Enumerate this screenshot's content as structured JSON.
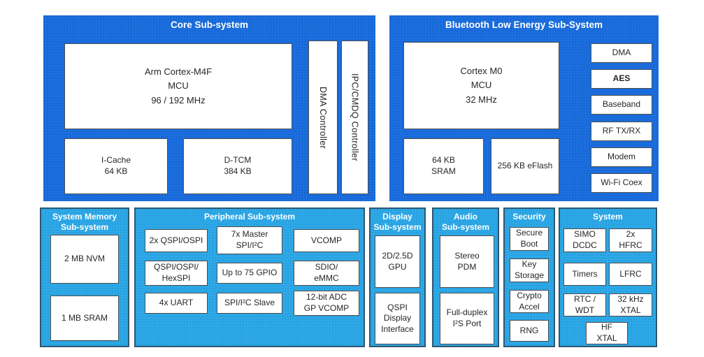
{
  "colors": {
    "panel_dark": "#1b6fe0",
    "panel_light": "#2da9e8",
    "panel_light_border": "#2e5670",
    "box_border": "#4d4d4d",
    "box_text": "#262626",
    "title_text": "#ffffff"
  },
  "core": {
    "title": "Core Sub-system",
    "mcu": "Arm Cortex-M4F\nMCU\n96 / 192 MHz",
    "icache": "I-Cache\n64 KB",
    "dtcm": "D-TCM\n384 KB",
    "dma_controller": "DMA Controller",
    "ipc_controller": "IPC/CMDQ Controller"
  },
  "ble": {
    "title": "Bluetooth Low Energy Sub-System",
    "mcu": "Cortex M0\nMCU\n32 MHz",
    "sram": "64 KB\nSRAM",
    "eflash": "256 KB eFlash",
    "column": [
      {
        "label": "DMA",
        "bold": false
      },
      {
        "label": "AES",
        "bold": true
      },
      {
        "label": "Baseband",
        "bold": false
      },
      {
        "label": "RF TX/RX",
        "bold": false
      },
      {
        "label": "Modem",
        "bold": false
      },
      {
        "label": "Wi-Fi Coex",
        "bold": false
      }
    ]
  },
  "memory": {
    "title": "System Memory\nSub-system",
    "nvm": "2 MB NVM",
    "sram": "1 MB SRAM"
  },
  "peripheral": {
    "title": "Peripheral Sub-system",
    "cells": [
      "2x QSPI/OSPI",
      "7x Master\nSPI/I²C",
      "VCOMP",
      "QSPI/OSPI/\nHexSPI",
      "Up to 75 GPIO",
      "SDIO/\neMMC",
      "4x UART",
      "SPI/I²C Slave",
      "12-bit ADC\nGP VCOMP"
    ]
  },
  "display": {
    "title": "Display\nSub-system",
    "gpu": "2D/2.5D\nGPU",
    "qspi_display": "QSPI\nDisplay\nInterface"
  },
  "audio": {
    "title": "Audio\nSub-system",
    "pdm": "Stereo\nPDM",
    "i2s": "Full-duplex\nI²S Port"
  },
  "security": {
    "title": "Security",
    "items": [
      "Secure\nBoot",
      "Key\nStorage",
      "Crypto\nAccel",
      "RNG"
    ]
  },
  "system": {
    "title": "System",
    "items": [
      "SIMO\nDCDC",
      "2x\nHFRC",
      "Timers",
      "LFRC",
      "RTC /\nWDT",
      "32 kHz\nXTAL",
      "HF\nXTAL"
    ]
  }
}
